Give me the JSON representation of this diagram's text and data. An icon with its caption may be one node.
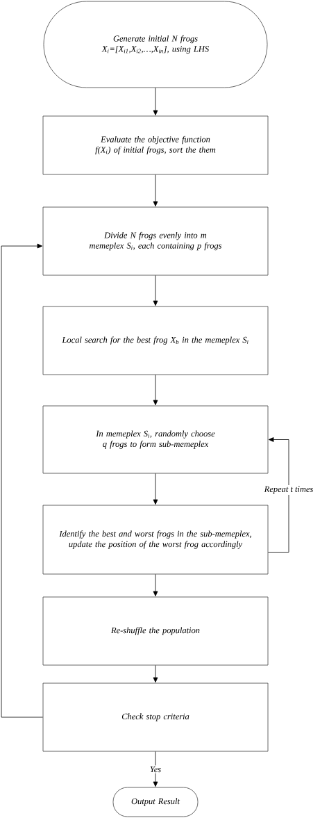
{
  "diagram": {
    "nodes": [
      {
        "text": [
          "Generate initial N frogs X$_{i}$=[X$_{i1}$,X$_{i2}$,…,X$_{in}$], using LHS"
        ]
      },
      {
        "text": [
          "Evaluate the objective function f(X$_{i}$) of initial frogs, sort the them"
        ]
      },
      {
        "text": [
          "Divide N frogs evenly into m memeplex S$_{i}$, each containing p frogs"
        ]
      },
      {
        "text": [
          "Local search for the best frog X$_{b}$ in the memeplex S$_{i}$"
        ]
      },
      {
        "text": [
          "In memeplex S$_{i}$, randomly choose q frogs to form sub-memeplex"
        ]
      },
      {
        "text": [
          "Identify the best and worst frogs in the sub-memeplex, update the position of the worst frog accordingly"
        ]
      },
      {
        "text": [
          "Re-shuffle the population"
        ]
      },
      {
        "text": [
          "Check stop criteria"
        ]
      },
      {
        "text": [
          "Output Result"
        ]
      }
    ],
    "edges": [
      {
        "from": 0,
        "to": 1,
        "arrow": "to"
      },
      {
        "from": 1,
        "to": 2,
        "arrow": "to"
      },
      {
        "from": 2,
        "to": 3,
        "arrow": "to"
      },
      {
        "from": 3,
        "to": 4,
        "arrow": "to"
      },
      {
        "from": 4,
        "to": 5,
        "arrow": "to"
      },
      {
        "from": 5,
        "to": 4,
        "arrow": "to",
        "label": "Repeat t times"
      },
      {
        "from": 5,
        "to": 6,
        "arrow": "to"
      },
      {
        "from": 6,
        "to": 7,
        "arrow": "to"
      },
      {
        "from": 7,
        "to": 2,
        "arrow": "to"
      },
      {
        "from": 7,
        "to": 8,
        "arrow": "to",
        "label": "Yes"
      }
    ]
  }
}
